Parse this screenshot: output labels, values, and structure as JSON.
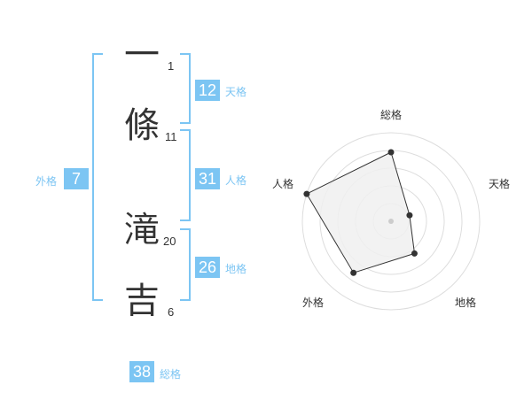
{
  "name": {
    "chars": [
      {
        "char": "一",
        "strokes": "1"
      },
      {
        "char": "條",
        "strokes": "11"
      },
      {
        "char": "滝",
        "strokes": "20"
      },
      {
        "char": "吉",
        "strokes": "6"
      }
    ]
  },
  "kakusu": {
    "tenkaku": {
      "value": "12",
      "label": "天格"
    },
    "jinkaku": {
      "value": "31",
      "label": "人格"
    },
    "chikaku": {
      "value": "26",
      "label": "地格"
    },
    "gaikaku": {
      "value": "7",
      "label": "外格"
    },
    "soukaku": {
      "value": "38",
      "label": "総格"
    }
  },
  "radar": {
    "axes": [
      "総格",
      "天格",
      "地格",
      "外格",
      "人格"
    ],
    "values": [
      0.78,
      0.22,
      0.45,
      0.72,
      1.0
    ],
    "rings": 5,
    "fill_color": "#f0f0f0",
    "stroke_color": "#333333",
    "ring_color": "#dddddd"
  },
  "colors": {
    "accent": "#7cc5f3"
  }
}
